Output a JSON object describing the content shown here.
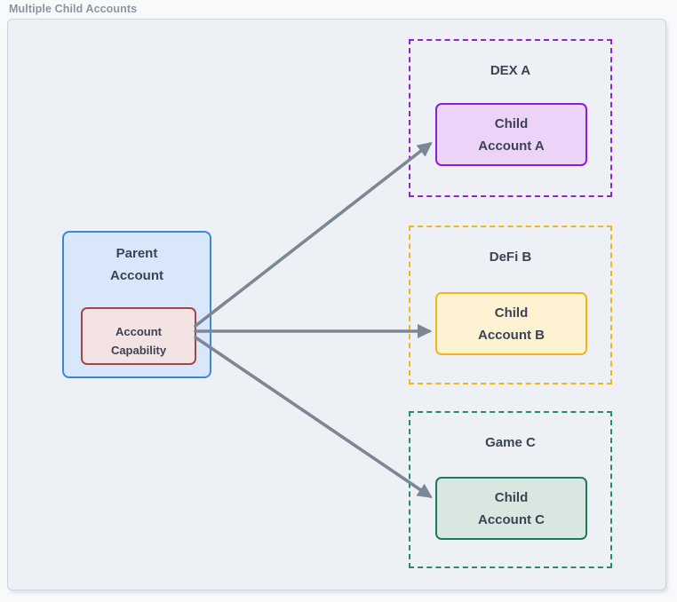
{
  "page": {
    "title": "Multiple Child Accounts",
    "title_color": "#8a95a6",
    "background": "#f7f9fb",
    "canvas_fill": "#edf1f5",
    "canvas_border": "#ccd4e0",
    "text_color": "#3b4454",
    "arrow_color": "#7b8795"
  },
  "parent": {
    "label": "Parent\nAccount",
    "fill": "#d8e8fa",
    "border": "#3a87e0",
    "capability": {
      "label": "Account\nCapability",
      "fill": "#f4e3e3",
      "border": "#9e4a4d"
    }
  },
  "groups": [
    {
      "name": "DEX A",
      "border": "#8d23da",
      "child": {
        "label": "Child\nAccount A",
        "fill": "#ebd4f8",
        "border": "#8821d6"
      }
    },
    {
      "name": "DeFi B",
      "border": "#f2b51b",
      "child": {
        "label": "Child\nAccount B",
        "fill": "#fdf3d3",
        "border": "#f2b51b"
      }
    },
    {
      "name": "Game C",
      "border": "#278b6f",
      "child": {
        "label": "Child\nAccount C",
        "fill": "#d8e7e0",
        "border": "#1c7a60"
      }
    }
  ]
}
